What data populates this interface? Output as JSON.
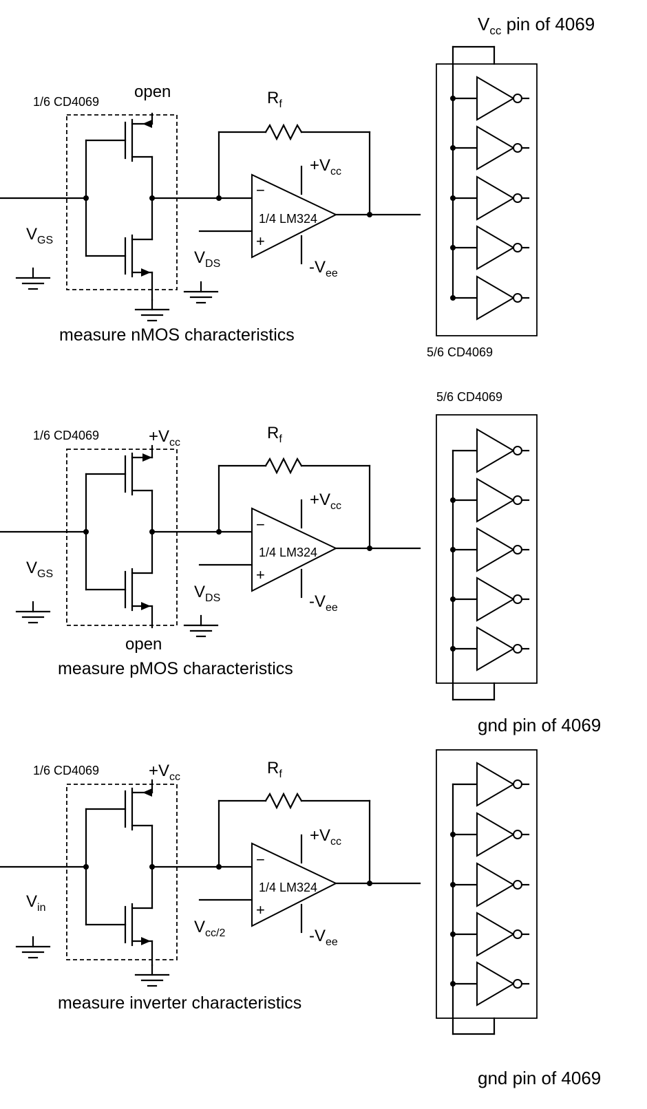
{
  "labels": {
    "vcc_pin": "V",
    "vcc_pin_sub": "cc",
    "vcc_pin_suffix": " pin of 4069",
    "gnd_pin_1": "gnd pin of 4069",
    "gnd_pin_2": "gnd pin of 4069",
    "five_sixth_1": "5/6 CD4069",
    "five_sixth_2": "5/6 CD4069"
  },
  "sections": [
    {
      "id": "nmos",
      "chip_label": "1/6 CD4069",
      "top_terminal": "open",
      "input_main": "V",
      "input_sub": "GS",
      "pos_input_main": "V",
      "pos_input_sub": "DS",
      "rf_main": "R",
      "rf_sub": "f",
      "plus_vcc_main": "+V",
      "plus_vcc_sub": "cc",
      "minus_vee_main": "-V",
      "minus_vee_sub": "ee",
      "opamp_label": "1/4 LM324",
      "minus_sign": "−",
      "plus_sign": "+",
      "caption": "measure nMOS characteristics"
    },
    {
      "id": "pmos",
      "chip_label": "1/6 CD4069",
      "top_main": "+V",
      "top_sub": "cc",
      "bottom_terminal": "open",
      "input_main": "V",
      "input_sub": "GS",
      "pos_input_main": "V",
      "pos_input_sub": "DS",
      "rf_main": "R",
      "rf_sub": "f",
      "plus_vcc_main": "+V",
      "plus_vcc_sub": "cc",
      "minus_vee_main": "-V",
      "minus_vee_sub": "ee",
      "opamp_label": "1/4 LM324",
      "minus_sign": "−",
      "plus_sign": "+",
      "caption": "measure pMOS characteristics"
    },
    {
      "id": "inverter",
      "chip_label": "1/6 CD4069",
      "top_main": "+V",
      "top_sub": "cc",
      "input_main": "V",
      "input_sub": "in",
      "pos_input_main": "V",
      "pos_input_sub": "cc/2",
      "rf_main": "R",
      "rf_sub": "f",
      "plus_vcc_main": "+V",
      "plus_vcc_sub": "cc",
      "minus_vee_main": "-V",
      "minus_vee_sub": "ee",
      "opamp_label": "1/4 LM324",
      "minus_sign": "−",
      "plus_sign": "+",
      "caption": "measure inverter characteristics"
    }
  ]
}
